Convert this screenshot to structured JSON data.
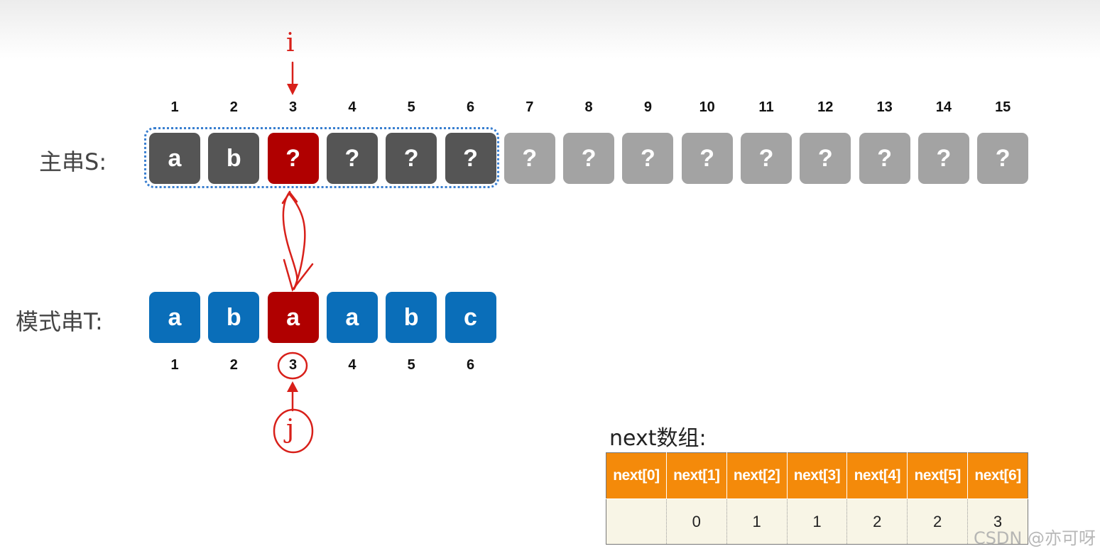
{
  "main_string": {
    "label": "主串S:",
    "indices": [
      "1",
      "2",
      "3",
      "4",
      "5",
      "6",
      "7",
      "8",
      "9",
      "10",
      "11",
      "12",
      "13",
      "14",
      "15"
    ],
    "cells": [
      {
        "char": "a",
        "state": "active"
      },
      {
        "char": "b",
        "state": "active"
      },
      {
        "char": "?",
        "state": "current"
      },
      {
        "char": "?",
        "state": "active"
      },
      {
        "char": "?",
        "state": "active"
      },
      {
        "char": "?",
        "state": "active"
      },
      {
        "char": "?",
        "state": "future"
      },
      {
        "char": "?",
        "state": "future"
      },
      {
        "char": "?",
        "state": "future"
      },
      {
        "char": "?",
        "state": "future"
      },
      {
        "char": "?",
        "state": "future"
      },
      {
        "char": "?",
        "state": "future"
      },
      {
        "char": "?",
        "state": "future"
      },
      {
        "char": "?",
        "state": "future"
      },
      {
        "char": "?",
        "state": "future"
      }
    ],
    "pointer_label": "i"
  },
  "pattern": {
    "label": "模式串T:",
    "indices": [
      "1",
      "2",
      "3",
      "4",
      "5",
      "6"
    ],
    "cells": [
      {
        "char": "a",
        "state": "normal"
      },
      {
        "char": "b",
        "state": "normal"
      },
      {
        "char": "a",
        "state": "current"
      },
      {
        "char": "a",
        "state": "normal"
      },
      {
        "char": "b",
        "state": "normal"
      },
      {
        "char": "c",
        "state": "normal"
      }
    ],
    "pointer_label": "j"
  },
  "next_table": {
    "title": "next数组:",
    "headers": [
      "next[0]",
      "next[1]",
      "next[2]",
      "next[3]",
      "next[4]",
      "next[5]",
      "next[6]"
    ],
    "values": [
      "",
      "0",
      "1",
      "1",
      "2",
      "2",
      "3"
    ]
  },
  "colors": {
    "main_active": "#555555",
    "main_current": "#b00000",
    "main_future": "#a3a3a3",
    "pattern_normal": "#0a6eb9",
    "pattern_current": "#b00000",
    "annotation_red": "#d8201a",
    "table_header": "#f48a0a",
    "table_body": "#f8f5e6",
    "match_box": "#3a7fd0"
  },
  "watermark": "CSDN @亦可呀"
}
